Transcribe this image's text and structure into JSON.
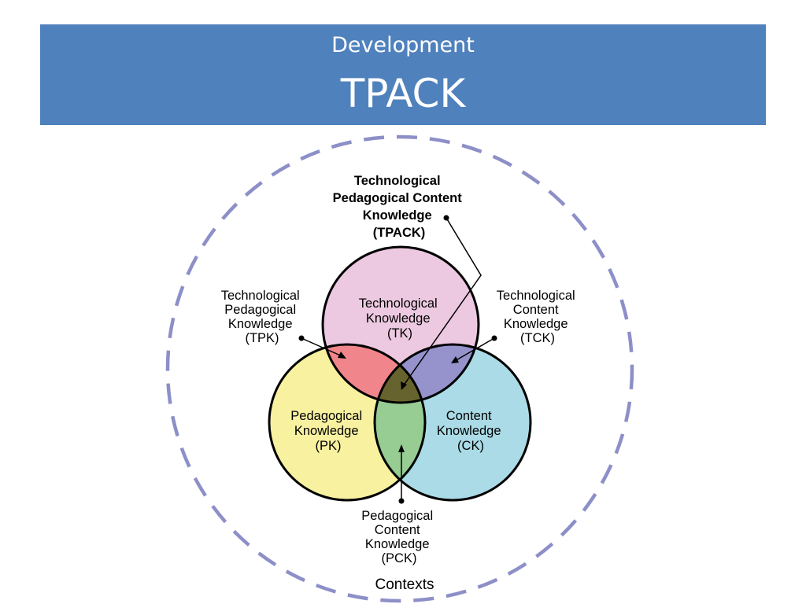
{
  "header": {
    "subtitle": "Development",
    "title": "TPACK"
  },
  "diagram": {
    "colors": {
      "title_bar": "#4f81bd",
      "contexts_ring": "#8d8fc8",
      "tk_fill": "#ecc9e0",
      "pk_fill": "#f7f1a0",
      "ck_fill": "#aadbe7",
      "tpk_fill": "#f0868b",
      "tck_fill": "#9592cc",
      "pck_fill": "#97cc93",
      "tpack_fill": "#66632e"
    },
    "tpack_label": [
      "Technological",
      "Pedagogical Content",
      "Knowledge",
      "(TPACK)"
    ],
    "tk_label": [
      "Technological",
      "Knowledge",
      "(TK)"
    ],
    "pk_label": [
      "Pedagogical",
      "Knowledge",
      "(PK)"
    ],
    "ck_label": [
      "Content",
      "Knowledge",
      "(CK)"
    ],
    "tpk_label": [
      "Technological",
      "Pedagogical",
      "Knowledge",
      "(TPK)"
    ],
    "tck_label": [
      "Technological",
      "Content",
      "Knowledge",
      "(TCK)"
    ],
    "pck_label": [
      "Pedagogical",
      "Content",
      "Knowledge",
      "(PCK)"
    ],
    "contexts_label": "Contexts"
  }
}
